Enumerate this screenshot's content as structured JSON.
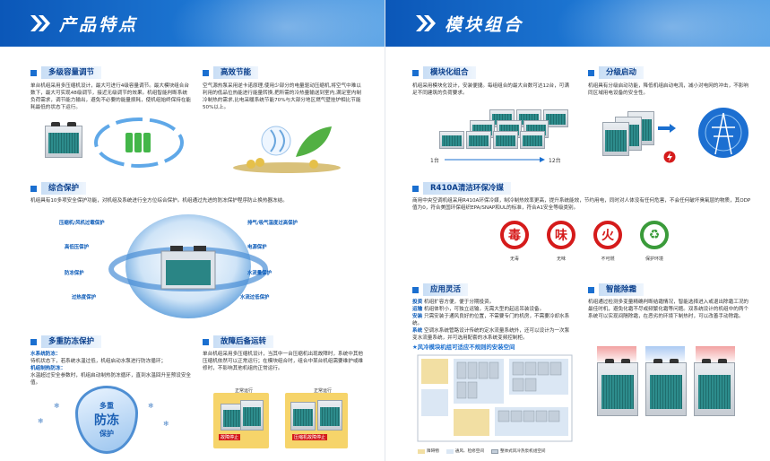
{
  "left": {
    "banner_title": "产品特点",
    "capacity": {
      "title": "多级容量调节",
      "body": "单台机组采用多压缩机设计，最大可进行4级容量调节。最大模块组合台数下，最大可实现48级调节，接近无级调节的效果。机组智能判断系统负荷需求，调节能力输出，避免不必要的能量损耗，使机组始终保持在能耗最低的状态下运行。"
    },
    "efficiency": {
      "title": "高效节能",
      "body": "空气源热泵采用逆卡诺原理,使用少部分的电量驱动压缩机,将空气中难以利用的低品位热能进行能量转换,把所需的冷热量输送到室内,满足室内制冷制热的需求,比电采暖系统节能70%与大部分地区燃气壁挂炉相比节能50%以上。"
    },
    "protection": {
      "title": "综合保护",
      "body": "机组具有10多项安全保护功能，对机组及系统进行全方位综合保护。机组通过先进的防冻保护程序防止换热器冻结。",
      "left_items": [
        "压缩机/风机过载保护",
        "高低压保护",
        "防冻保护",
        "过热度保护"
      ],
      "right_items": [
        "排气/吸气温度过高保护",
        "电源保护",
        "水流量保护",
        "水流过低保护"
      ]
    },
    "antifreeze": {
      "title": "多重防冻保护",
      "sub1": "水系统防冻：",
      "body1": "待机状态下，若系统水温过低，机组启动水泵进行防冻循环；",
      "sub2": "机组制热防冻：",
      "body2": "水温超过安全参数时，机组启动制热防冻循环，直到水温回升至预设安全值。",
      "badge_top": "多重",
      "badge_mid": "防冻",
      "badge_bot": "保护"
    },
    "fault": {
      "title": "故障后备运转",
      "body": "单台机组采用多压缩机设计，当其中一台压缩机出现故障时，系统中其他压缩机依然可以正常运行；在模块组合时，组合中某台机组需要维护或维修时，不影响其他机组的正常运行。",
      "tag_ok_1": "正常运行",
      "tag_ok_2": "正常运行",
      "warn_1": "故障停止",
      "warn_2": "压缩机故障停止"
    }
  },
  "right": {
    "banner_title": "模块组合",
    "module": {
      "title": "模块化组合",
      "body": "机组采用模块化设计，安装便捷。每组组合的最大台数可达12台，可满足不同建筑的负荷要求。",
      "range_start": "1台",
      "range_end": "12台"
    },
    "staged": {
      "title": "分级启动",
      "body": "机组具有分级启动功能，降低机组启动电流，减小对电网的冲击，不影响同区域用电设备的安全性。"
    },
    "r410a": {
      "title": "R410A清洁环保冷媒",
      "body": "商用中央空调机组采用R410A环保冷媒，制冷制热效率更高，提升系统能效，节约用电，同时对人体没有任何危害，不会任何破坏臭氧层的物质，其ODP值为0，符合美国环保组织EPA/SNAP和UL的标准，符合A1安全等级类别。",
      "signs": [
        {
          "char": "毒",
          "label": "无毒"
        },
        {
          "char": "味",
          "label": "无味"
        },
        {
          "char": "火",
          "label": "不可燃"
        },
        {
          "char": "♻",
          "label": "保护环境"
        }
      ]
    },
    "flexible": {
      "title": "应用灵活",
      "lines": [
        {
          "k": "投资",
          "v": "机组扩容方便，便于分期投资。"
        },
        {
          "k": "运输",
          "v": "机组体积小，可独立运输，无需大型的起运吊装设备。"
        },
        {
          "k": "安装",
          "v": "只需安装于通风良好的位置，不需要专门的机房，不需要冷却水系统。"
        },
        {
          "k": "系统",
          "v": "空调水系统管路设计传统的定水流量系统外，还可以设计为一次泵变水流量系统，并可选用配套的水系统变频控制柜。"
        }
      ],
      "plan_title": "★风冷模块机组可适应不规则的安装空间",
      "legend": [
        "障碍物",
        "通风、检修空间",
        "整体式风冷热泵机组空间"
      ]
    },
    "defrost": {
      "title": "智能除霜",
      "body": "机组通过检测多变量精确判断结霜情况，智能选择进入或退出除霜工况的最佳时机，避免化霜不尽或频繁化霜等问题。双系统设计的机组中的两个系统可以实现间隔除霜，在恶劣的环境下制热时，可以改善手动除霜。"
    }
  }
}
